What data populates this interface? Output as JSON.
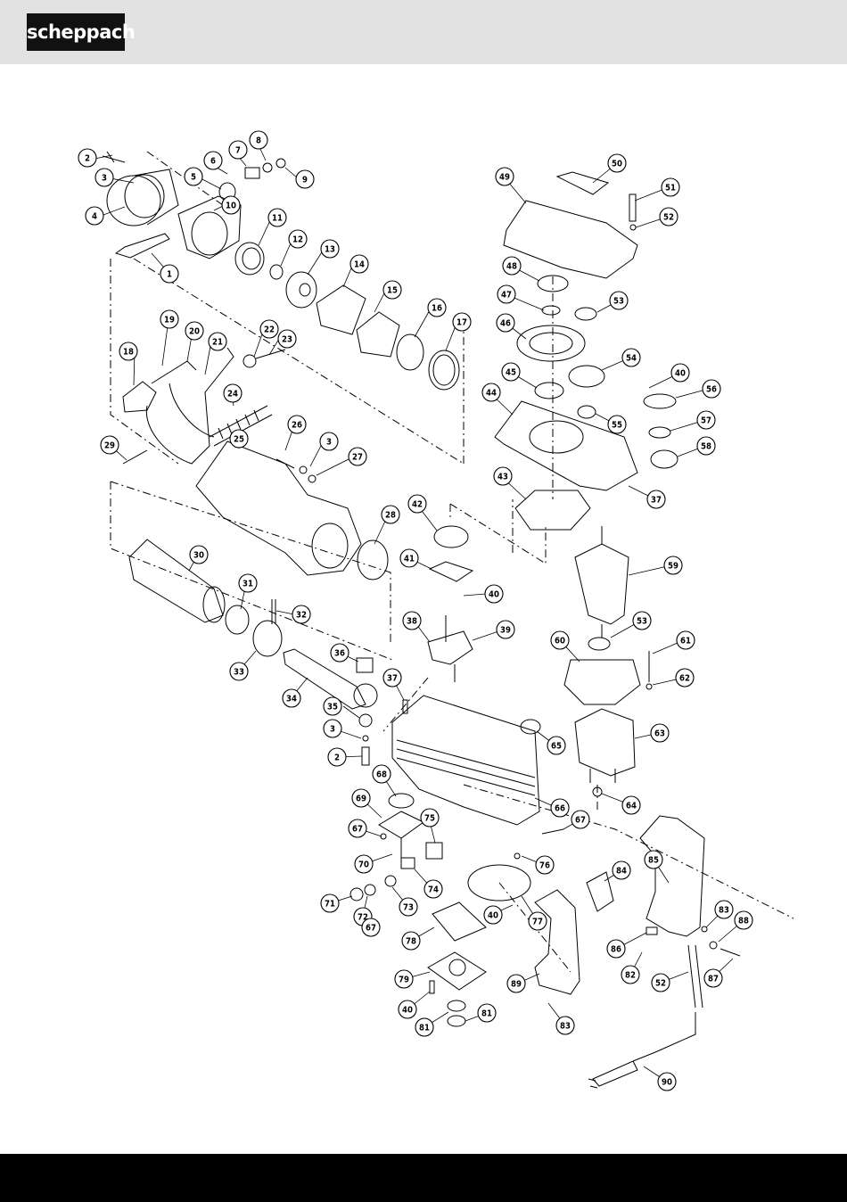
{
  "brand": {
    "logo_text": "scheppach"
  },
  "diagram": {
    "part_numbers": [
      "2",
      "3",
      "4",
      "5",
      "6",
      "7",
      "8",
      "9",
      "10",
      "11",
      "12",
      "13",
      "14",
      "15",
      "16",
      "17",
      "18",
      "19",
      "20",
      "21",
      "22",
      "23",
      "24",
      "25",
      "26",
      "3",
      "27",
      "28",
      "29",
      "30",
      "31",
      "32",
      "33",
      "34",
      "35",
      "36",
      "3",
      "2",
      "37",
      "38",
      "39",
      "40",
      "41",
      "42",
      "43",
      "44",
      "45",
      "46",
      "47",
      "48",
      "49",
      "50",
      "51",
      "52",
      "53",
      "54",
      "40",
      "56",
      "57",
      "58",
      "37",
      "55",
      "59",
      "53",
      "60",
      "61",
      "62",
      "63",
      "64",
      "65",
      "66",
      "67",
      "68",
      "69",
      "67",
      "70",
      "75",
      "74",
      "76",
      "71",
      "72",
      "73",
      "67",
      "40",
      "77",
      "78",
      "79",
      "40",
      "81",
      "81",
      "84",
      "85",
      "86",
      "83",
      "88",
      "52",
      "87",
      "89",
      "82",
      "83",
      "90",
      "1"
    ]
  }
}
